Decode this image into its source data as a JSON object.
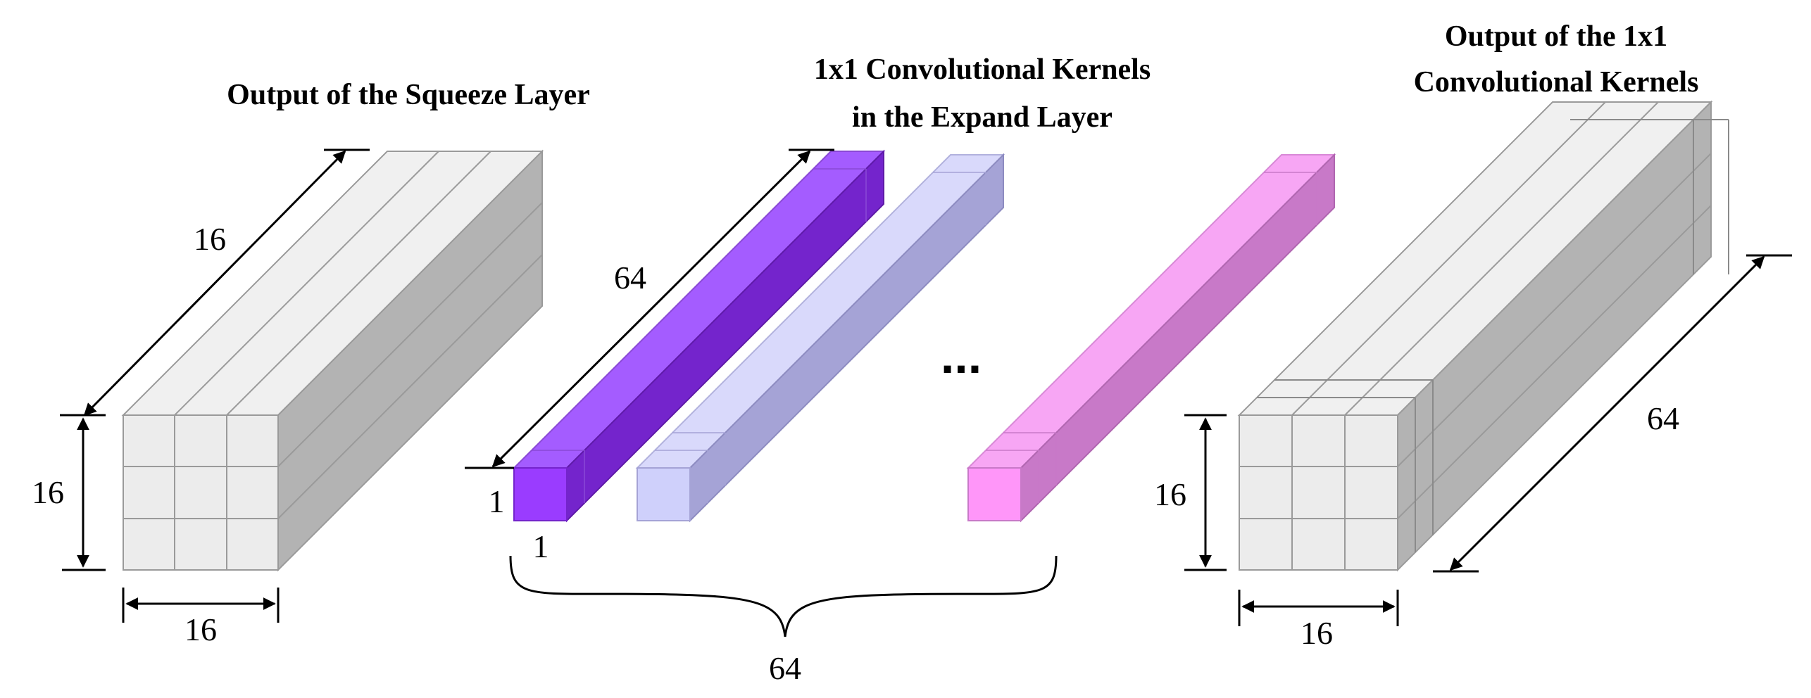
{
  "titles": {
    "squeeze_output": "Output of the Squeeze Layer",
    "expand_kernels_line1": "1x1 Convolutional Kernels",
    "expand_kernels_line2": "in the Expand Layer",
    "kernel_output_line1": "Output of the 1x1",
    "kernel_output_line2": "Convolutional Kernels"
  },
  "squeeze_block": {
    "depth_label": "16",
    "height_label": "16",
    "width_label": "16",
    "grid": 3
  },
  "kernels": {
    "depth_label": "64",
    "face_height_label": "1",
    "face_width_label": "1",
    "count_label": "64",
    "ellipsis": "...",
    "colors": {
      "purple_front": "#9a3cff",
      "purple_top": "#a45cff",
      "purple_side": "#7424cc",
      "lavender_front": "#cfd0fb",
      "lavender_top": "#d9d9fb",
      "lavender_side": "#a5a3d6",
      "pink_front": "#ff96f9",
      "pink_top": "#f7a6f4",
      "pink_side": "#c879c8"
    }
  },
  "output_block": {
    "depth_label": "64",
    "height_label": "16",
    "width_label": "16",
    "grid": 3
  },
  "colors": {
    "block_front": "#ececec",
    "block_top": "#f0f0f0",
    "block_side": "#b3b3b3",
    "edge": "#9a9a9a"
  }
}
